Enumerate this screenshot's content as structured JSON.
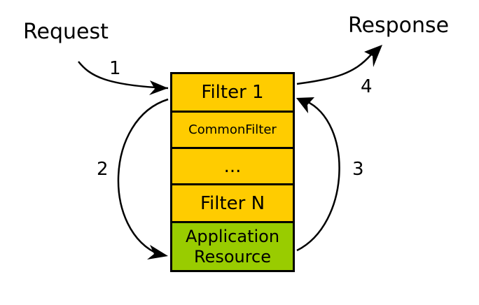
{
  "labels": {
    "request": "Request",
    "response": "Response",
    "step1": "1",
    "step2": "2",
    "step3": "3",
    "step4": "4"
  },
  "stack": {
    "filter1": "Filter 1",
    "common_filter": "CommonFilter",
    "ellipsis": "...",
    "filterN": "Filter N",
    "app_line1": "Application",
    "app_line2": "Resource"
  },
  "colors": {
    "filter_fill": "#ffcc00",
    "resource_fill": "#99cc00",
    "stroke": "#000000"
  }
}
